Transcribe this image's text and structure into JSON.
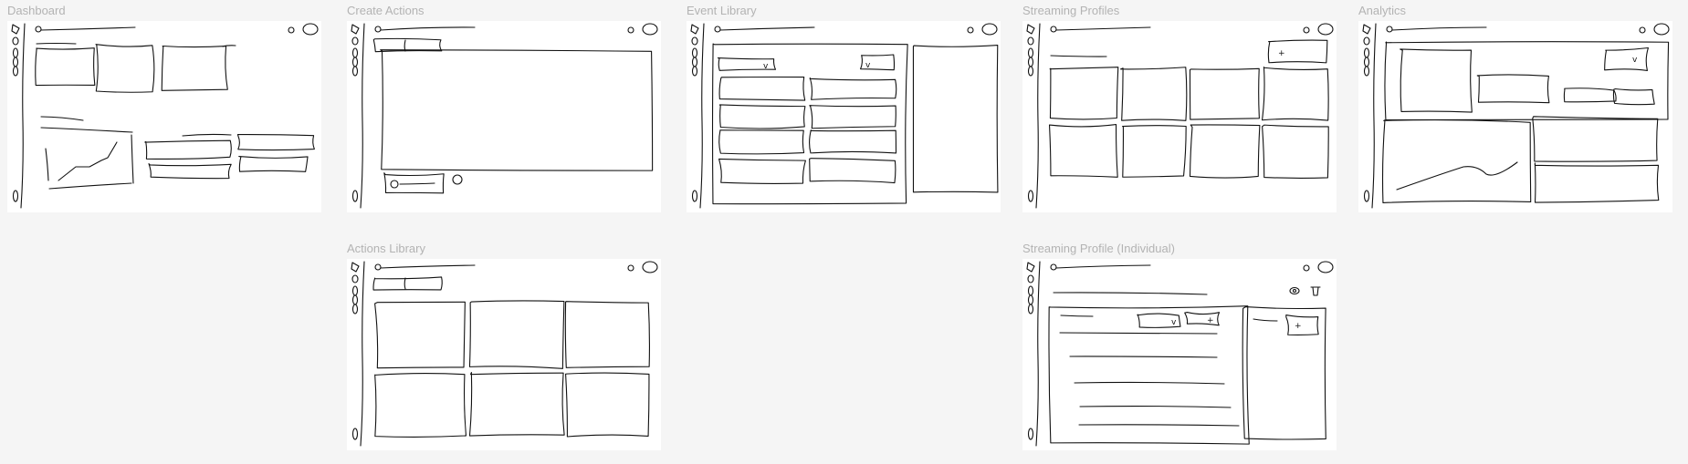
{
  "canvas": {
    "frames": [
      {
        "id": "dashboard",
        "title": "Dashboard"
      },
      {
        "id": "create-actions",
        "title": "Create Actions"
      },
      {
        "id": "event-library",
        "title": "Event Library"
      },
      {
        "id": "streaming-profiles",
        "title": "Streaming Profiles"
      },
      {
        "id": "analytics",
        "title": "Analytics"
      },
      {
        "id": "actions-library",
        "title": "Actions Library"
      },
      {
        "id": "streaming-profile-individual",
        "title": "Streaming Profile (Individual)"
      }
    ]
  },
  "colors": {
    "canvas": "#f5f5f5",
    "frame": "#ffffff",
    "label": "#b3b3b3",
    "ink": "#111111"
  }
}
